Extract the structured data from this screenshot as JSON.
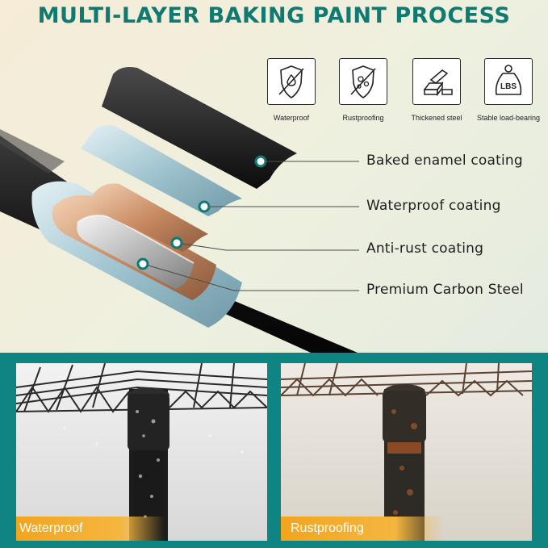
{
  "header": {
    "title": "MULTI-LAYER BAKING  PAINT PROCESS"
  },
  "features": [
    {
      "label": "Waterproof",
      "icon": "waterproof-shield-icon"
    },
    {
      "label": "Rustproofing",
      "icon": "rustproof-shield-icon"
    },
    {
      "label": "Thickened steel",
      "icon": "steel-bars-icon"
    },
    {
      "label": "Stable load-bearing",
      "icon": "weight-lbs-icon"
    }
  ],
  "weight_icon_text": "LBS",
  "layers": [
    {
      "label": "Baked enamel coating"
    },
    {
      "label": "Waterproof coating"
    },
    {
      "label": "Anti-rust coating"
    },
    {
      "label": "Premium Carbon Steel"
    }
  ],
  "panels": [
    {
      "label": "Waterproof"
    },
    {
      "label": "Rustproofing"
    }
  ],
  "colors": {
    "brand_teal": "#0f8583",
    "title_teal": "#0e7a72",
    "tag_orange": "#f2a51e",
    "pole_black": "#1b1b1b",
    "blue_coating": "#9fc3cf",
    "copper_coating": "#c98b62"
  }
}
